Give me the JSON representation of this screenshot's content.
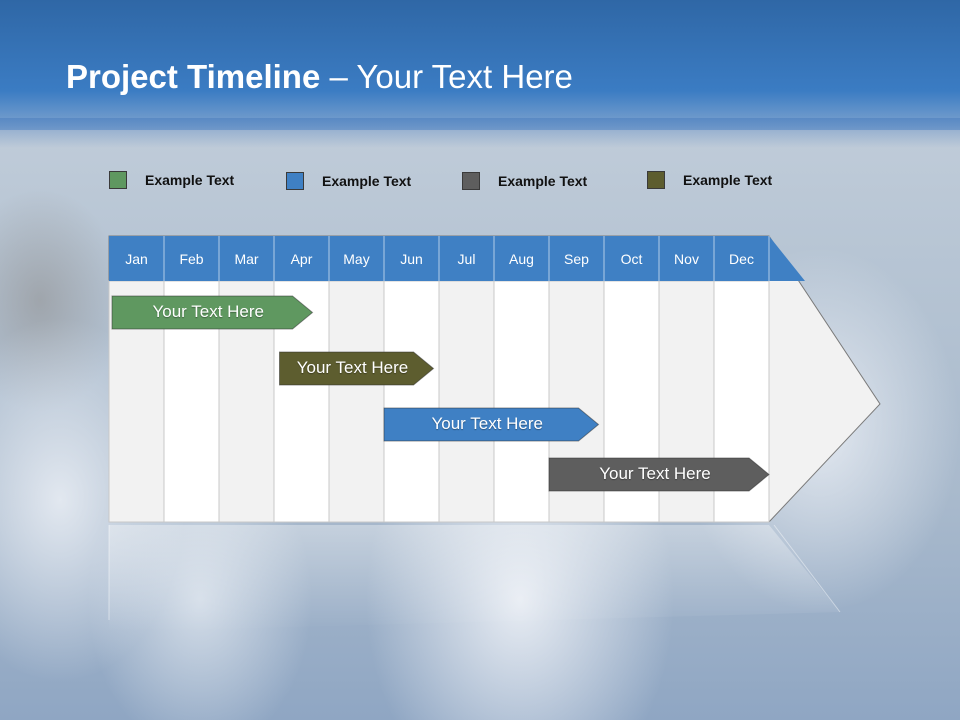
{
  "title": {
    "bold": "Project Timeline",
    "rest": " – Your Text Here"
  },
  "legend": [
    {
      "label": "Example Text",
      "color": "#5f9860"
    },
    {
      "label": "Example Text",
      "color": "#3f80c4"
    },
    {
      "label": "Example Text",
      "color": "#5e5e5e"
    },
    {
      "label": "Example Text",
      "color": "#5d5d2f"
    }
  ],
  "months": [
    "Jan",
    "Feb",
    "Mar",
    "Apr",
    "May",
    "Jun",
    "Jul",
    "Aug",
    "Sep",
    "Oct",
    "Nov",
    "Dec"
  ],
  "bars": [
    {
      "label": "Your  Text Here",
      "color": "#5f9860",
      "start_month": 0,
      "end_month": 3.7
    },
    {
      "label": "Your  Text Here",
      "color": "#5d5d2f",
      "start_month": 3.1,
      "end_month": 5.9
    },
    {
      "label": "Your  Text Here",
      "color": "#3f80c4",
      "start_month": 5.0,
      "end_month": 8.9
    },
    {
      "label": "Your  Text Here",
      "color": "#5e5e5e",
      "start_month": 8.0,
      "end_month": 12.0
    }
  ],
  "colors": {
    "header_row": "#3f80c4",
    "column_light": "#f2f2f2",
    "column_white": "#ffffff",
    "grid_line": "#c8c8c8"
  }
}
